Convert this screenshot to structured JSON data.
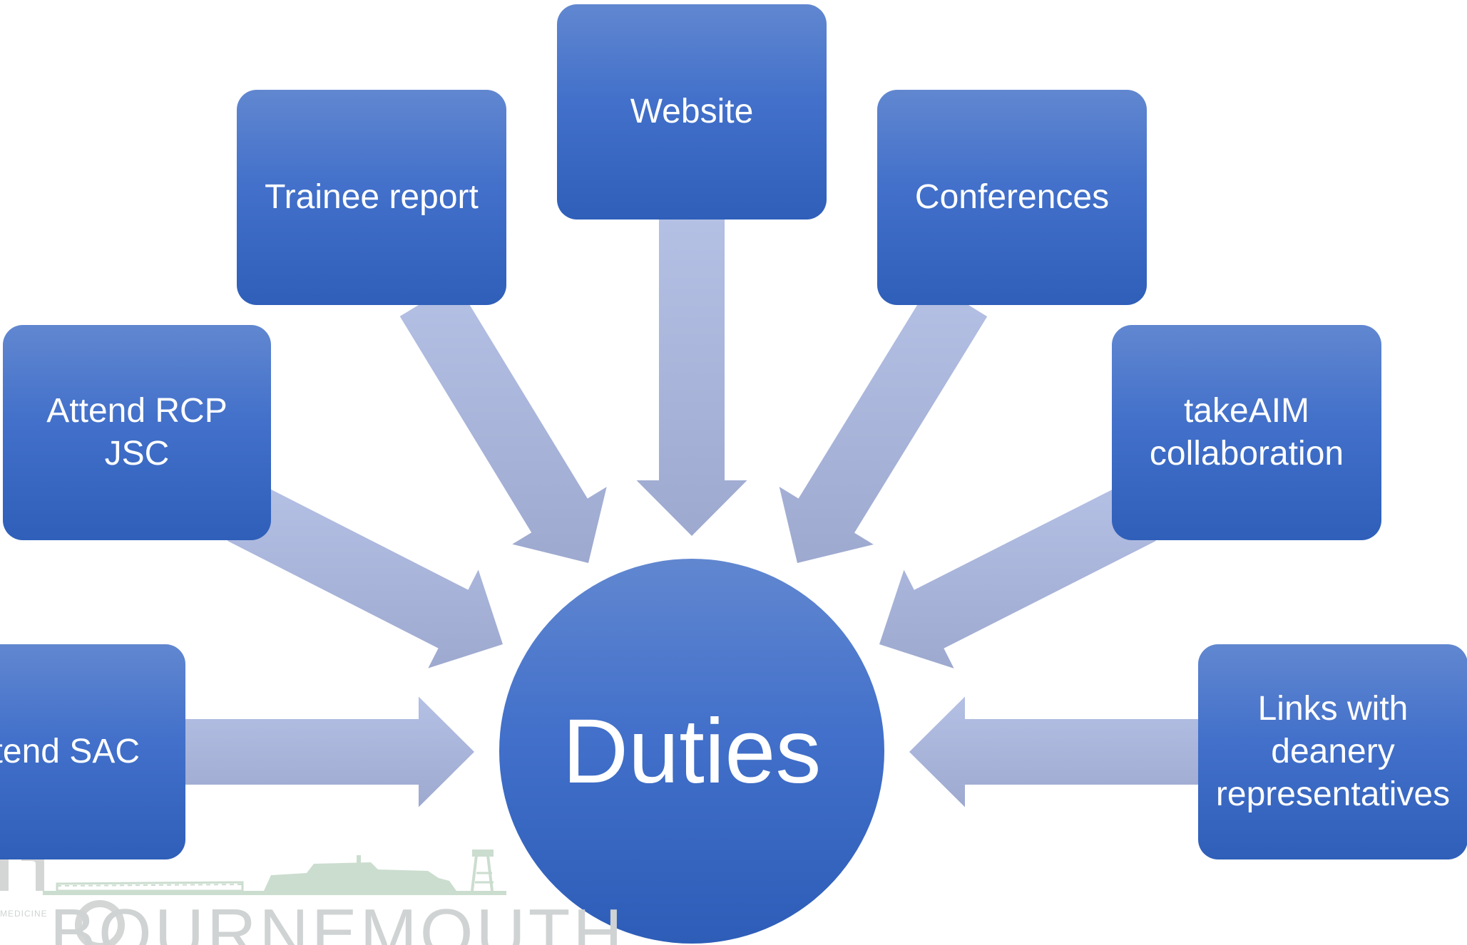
{
  "diagram": {
    "center": {
      "label": "Duties"
    },
    "nodes": [
      {
        "id": "attend-sac",
        "label": "Attend SAC"
      },
      {
        "id": "attend-rcp-jsc",
        "label": "Attend RCP JSC"
      },
      {
        "id": "trainee-report",
        "label": "Trainee report"
      },
      {
        "id": "website",
        "label": "Website"
      },
      {
        "id": "conferences",
        "label": "Conferences"
      },
      {
        "id": "takeaim-collaboration",
        "label": "takeAIM\ncollaboration"
      },
      {
        "id": "links-deanery",
        "label": "Links with\ndeanery\nrepresentatives"
      }
    ]
  },
  "logo": {
    "wordmark": "BOURNEMOUTH",
    "small_text": "MEDICINE"
  },
  "colors": {
    "box_top": "#6187d0",
    "box_bottom": "#2f5fb9",
    "arrow_light": "#b3bfe3",
    "arrow_dark": "#9eaad0",
    "logo_green": "#c9dccd"
  }
}
